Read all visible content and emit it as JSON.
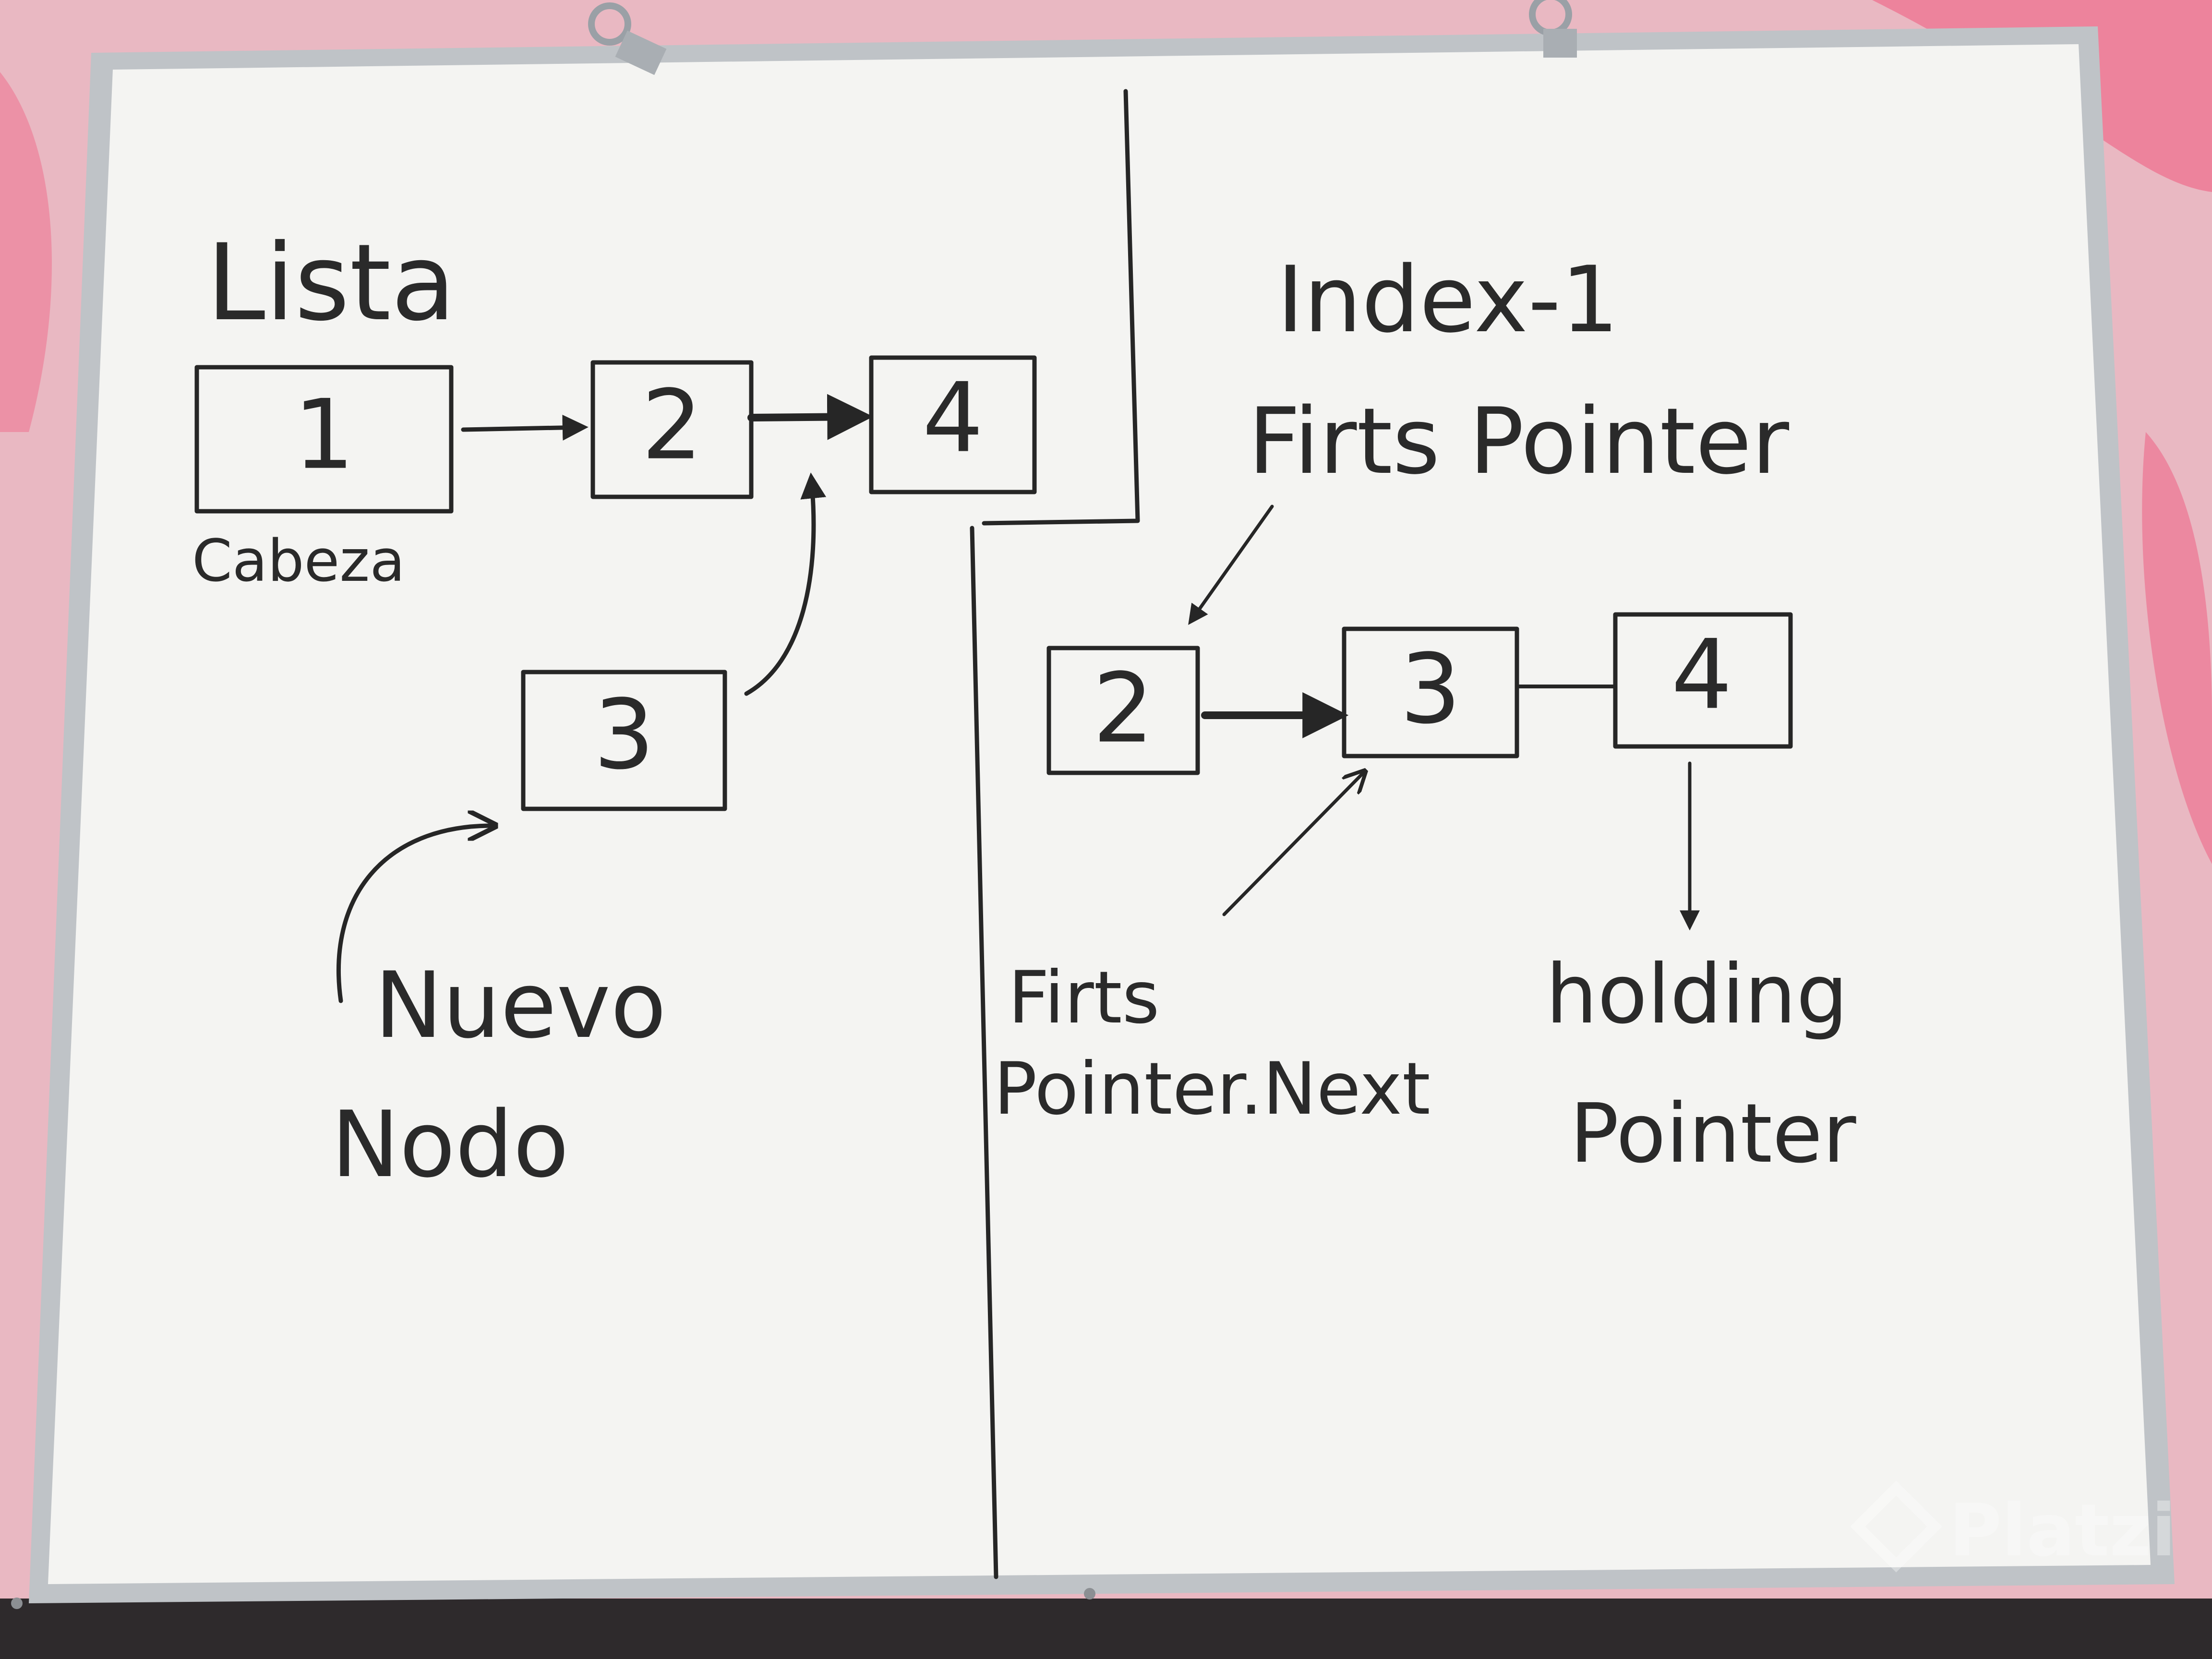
{
  "colors": {
    "fabric": "#e9b8c2",
    "fabric_accent": "#f0587d",
    "board": "#f4f4f2",
    "frame": "#bfc3c7",
    "ink": "#262626"
  },
  "left_panel": {
    "title": "Lista",
    "nodes": [
      "1",
      "2",
      "4"
    ],
    "head_label": "Cabeza",
    "new_node": "3",
    "new_node_label_line1": "Nuevo",
    "new_node_label_line2": "Nodo"
  },
  "right_panel": {
    "index_label": "Index-1",
    "first_pointer_label": "Firts Pointer",
    "nodes": [
      "2",
      "3",
      "4"
    ],
    "first_next_label_line1": "Firts",
    "first_next_label_line2": "Pointer.Next",
    "holding_label_line1": "holding",
    "holding_label_line2": "Pointer"
  },
  "watermark": {
    "text": "Platzi",
    "icon": "platzi-logo-icon"
  }
}
